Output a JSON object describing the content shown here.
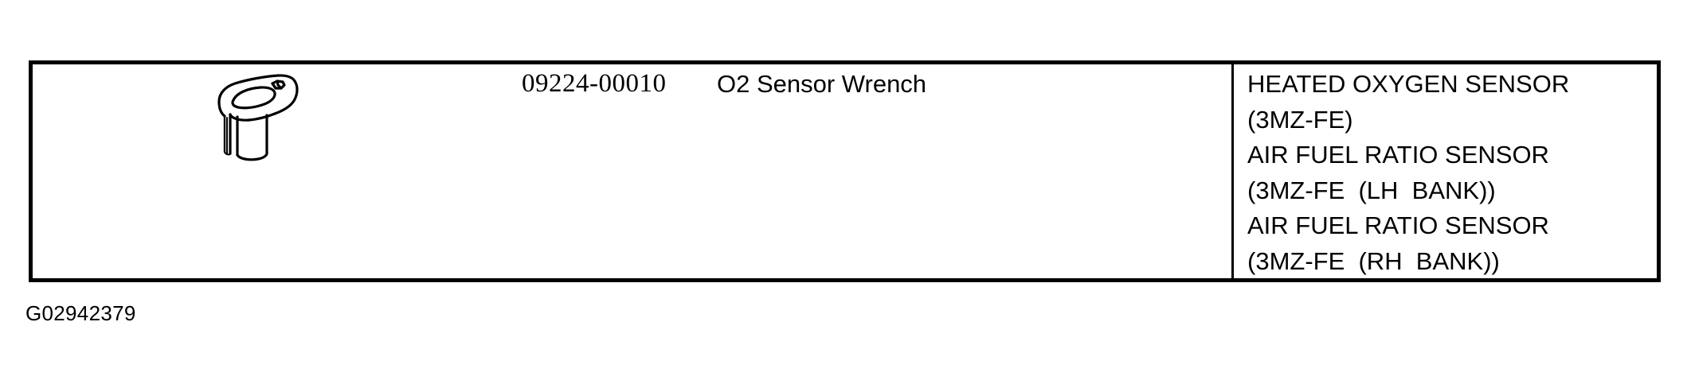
{
  "table": {
    "illustration": {
      "icon_name": "o2-sensor-wrench-illustration",
      "alt": "O2 Sensor Wrench line drawing"
    },
    "part_number": "09224-00010",
    "tool_name": "O2 Sensor Wrench",
    "applications": [
      "HEATED OXYGEN SENSOR",
      "(3MZ-FE)",
      "AIR FUEL RATIO SENSOR",
      "(3MZ-FE  (LH  BANK))",
      "AIR FUEL RATIO SENSOR",
      "(3MZ-FE  (RH  BANK))"
    ]
  },
  "caption": "G02942379",
  "colors": {
    "ink": "#000000",
    "paper": "#ffffff"
  }
}
